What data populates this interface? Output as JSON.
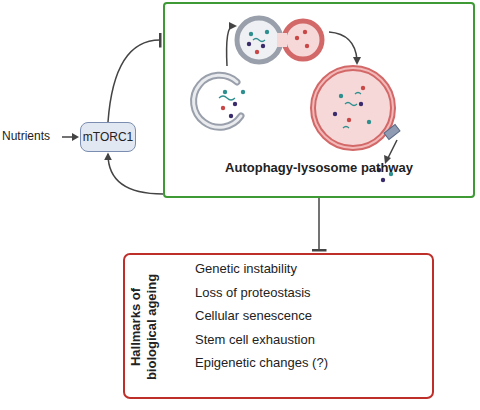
{
  "diagram": {
    "nodes": [
      {
        "text": [
          "mTORC1"
        ]
      },
      {
        "text": [
          "Autophagy-lysosome pathway"
        ]
      },
      {
        "text": [
          "Hallmarks of biological ageing",
          "Genetic instability",
          "Loss of proteostasis",
          "Cellular senescence",
          "Stem cell exhaustion",
          "Epigenetic changes (?)"
        ]
      }
    ],
    "edges": [
      {
        "from": 0,
        "to": 1,
        "arrow": "to"
      },
      {
        "from": 1,
        "to": 0,
        "arrow": "to"
      },
      {
        "from": 1,
        "to": 2,
        "arrow": "to"
      }
    ],
    "labels": [
      "Nutrients"
    ]
  }
}
